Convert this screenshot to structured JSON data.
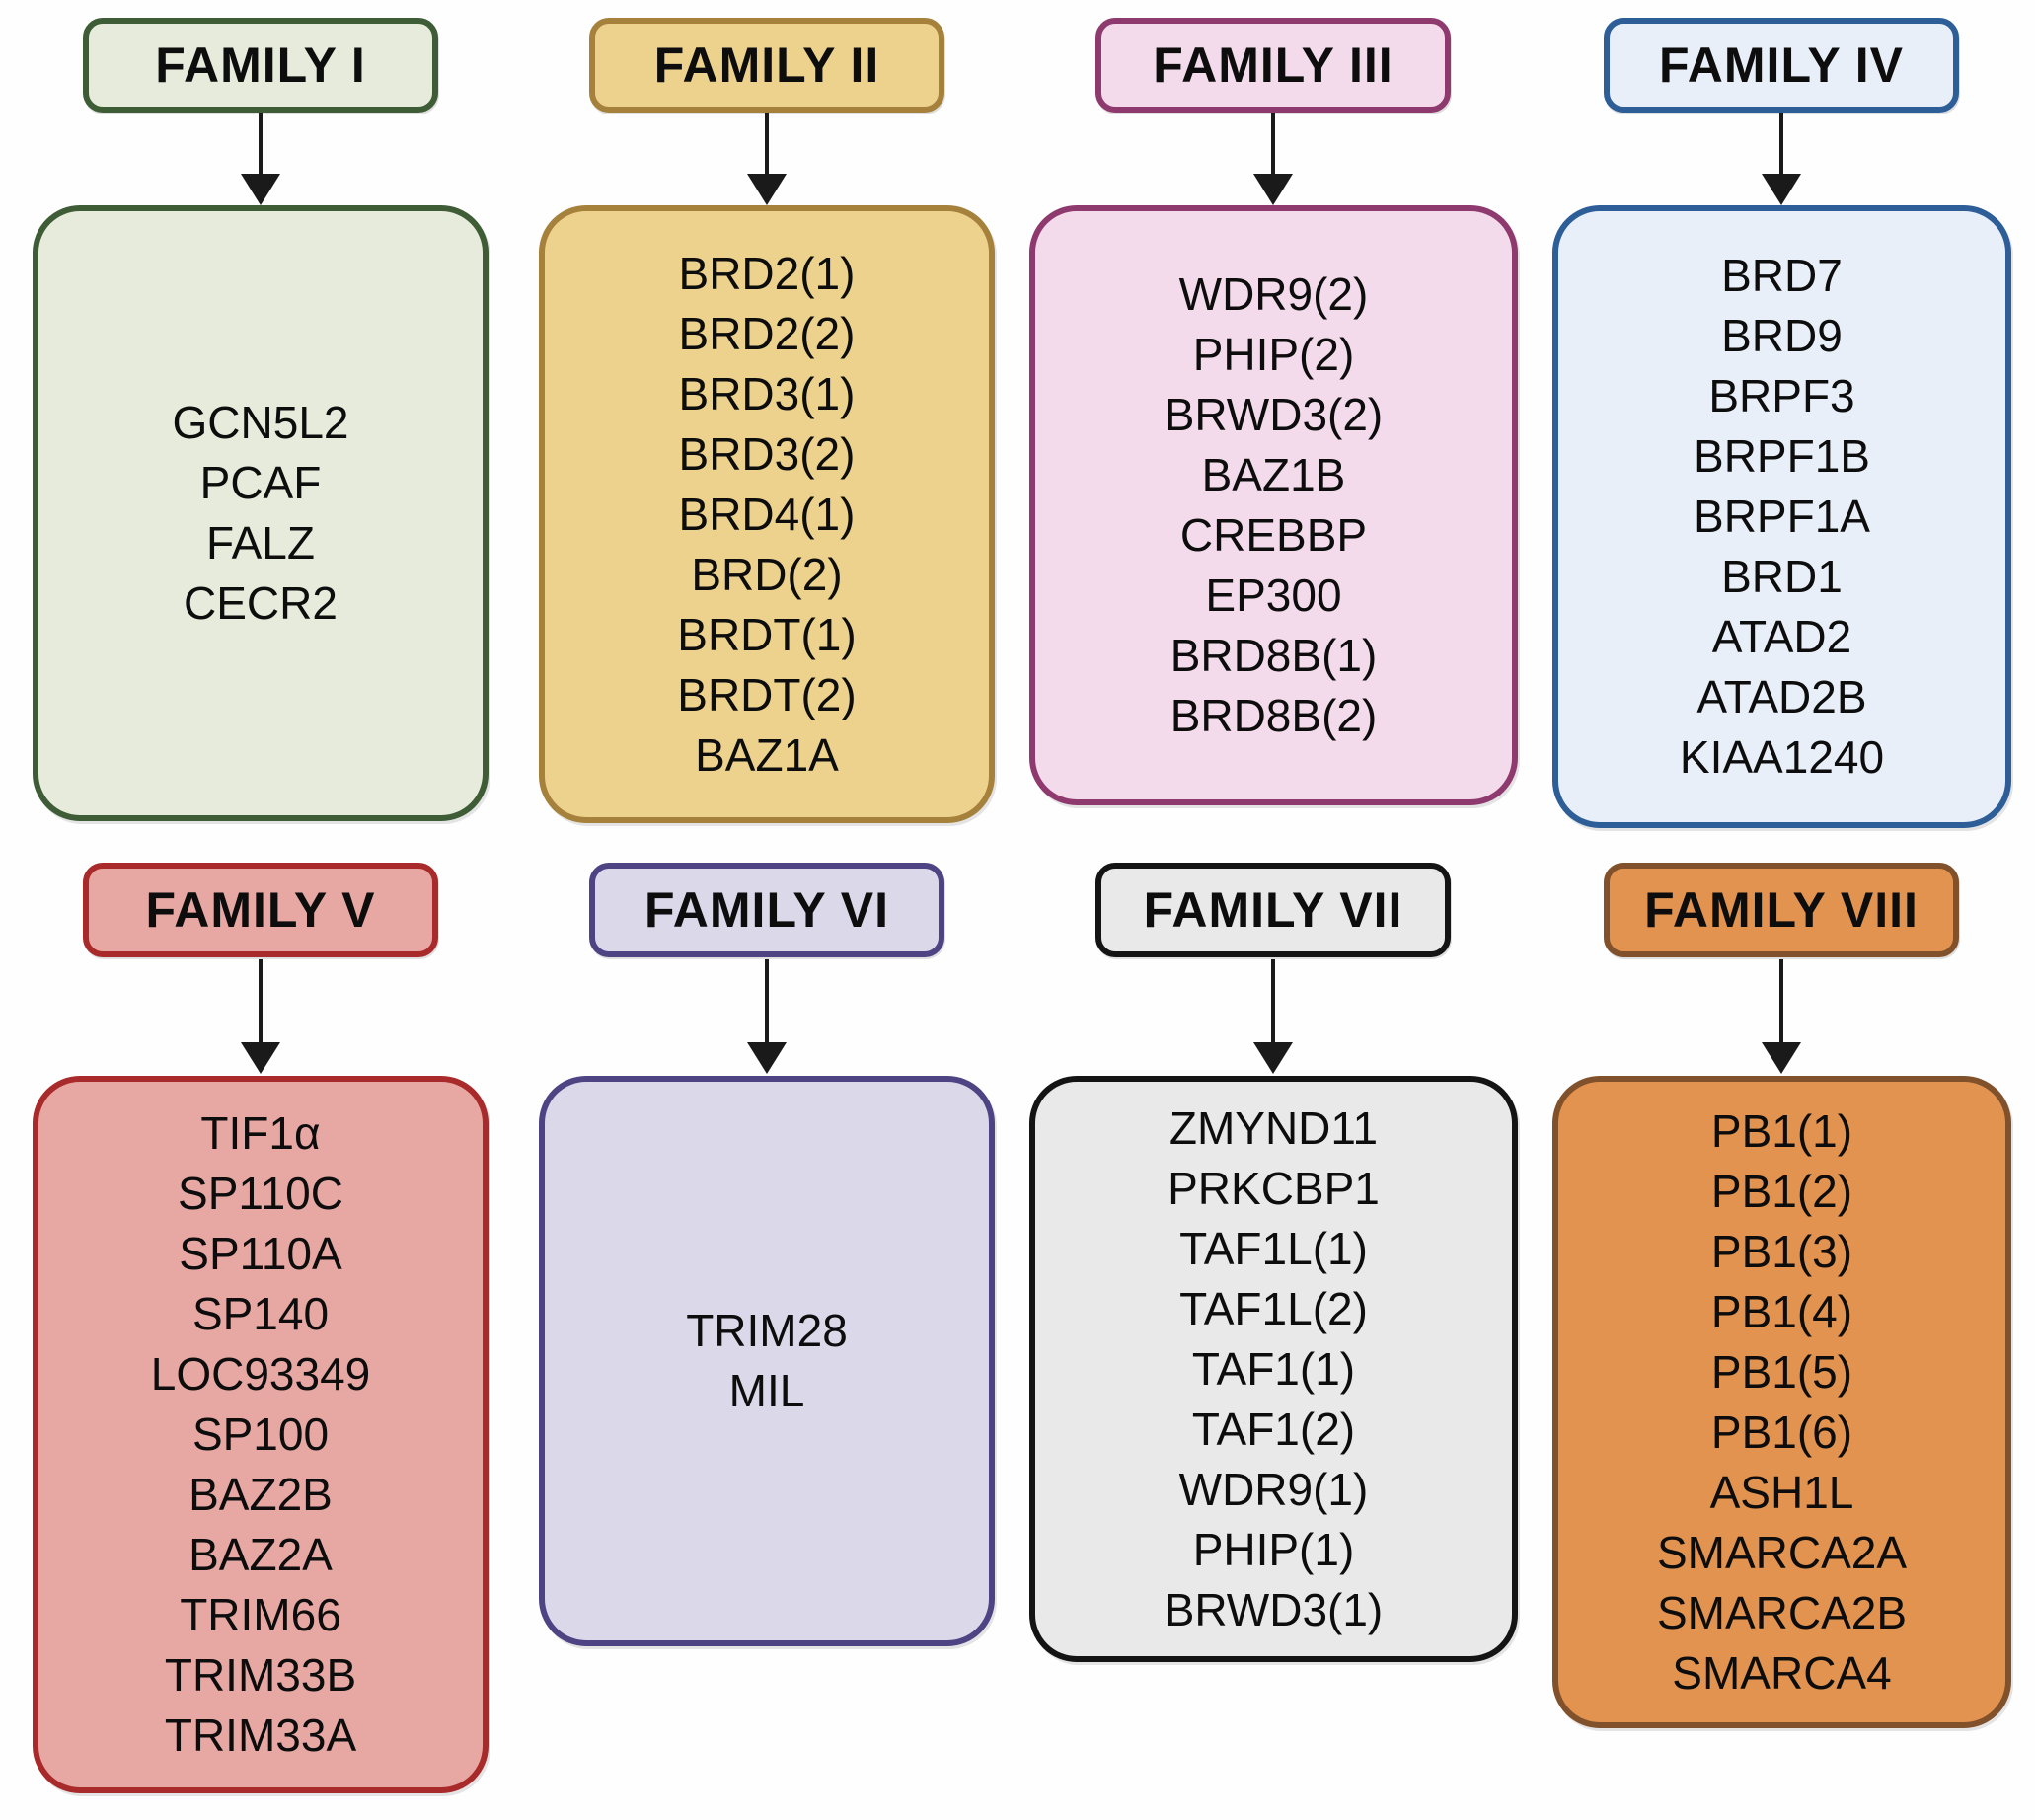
{
  "arrow_color": "#1a1a1a",
  "families": [
    {
      "id": "I",
      "label": "FAMILY I",
      "fill": "#e6ebdb",
      "border": "#3e5c36",
      "members": [
        "GCN5L2",
        "PCAF",
        "FALZ",
        "CECR2"
      ]
    },
    {
      "id": "II",
      "label": "FAMILY II",
      "fill": "#edd28e",
      "border": "#a6813b",
      "members": [
        "BRD2(1)",
        "BRD2(2)",
        "BRD3(1)",
        "BRD3(2)",
        "BRD4(1)",
        "BRD(2)",
        "BRDT(1)",
        "BRDT(2)",
        "BAZ1A"
      ]
    },
    {
      "id": "III",
      "label": "FAMILY III",
      "fill": "#f3dbeb",
      "border": "#8e3a6e",
      "members": [
        "WDR9(2)",
        "PHIP(2)",
        "BRWD3(2)",
        "BAZ1B",
        "CREBBP",
        "EP300",
        "BRD8B(1)",
        "BRD8B(2)"
      ]
    },
    {
      "id": "IV",
      "label": "FAMILY IV",
      "fill": "#e8eff8",
      "border": "#2d5e97",
      "members": [
        "BRD7",
        "BRD9",
        "BRPF3",
        "BRPF1B",
        "BRPF1A",
        "BRD1",
        "ATAD2",
        "ATAD2B",
        "KIAA1240"
      ]
    },
    {
      "id": "V",
      "label": "FAMILY V",
      "fill": "#e7a8a3",
      "border": "#a82a2a",
      "members": [
        "TIF1α",
        "SP110C",
        "SP110A",
        "SP140",
        "LOC93349",
        "SP100",
        "BAZ2B",
        "BAZ2A",
        "TRIM66",
        "TRIM33B",
        "TRIM33A"
      ]
    },
    {
      "id": "VI",
      "label": "FAMILY VI",
      "fill": "#dbd8ea",
      "border": "#4e4383",
      "members": [
        "TRIM28",
        "MIL"
      ]
    },
    {
      "id": "VII",
      "label": "FAMILY VII",
      "fill": "#e9e9e9",
      "border": "#141414",
      "members": [
        "ZMYND11",
        "PRKCBP1",
        "TAF1L(1)",
        "TAF1L(2)",
        "TAF1(1)",
        "TAF1(2)",
        "WDR9(1)",
        "PHIP(1)",
        "BRWD3(1)"
      ]
    },
    {
      "id": "VIII",
      "label": "FAMILY VIII",
      "fill": "#e29350",
      "border": "#80512b",
      "members": [
        "PB1(1)",
        "PB1(2)",
        "PB1(3)",
        "PB1(4)",
        "PB1(5)",
        "PB1(6)",
        "ASH1L",
        "SMARCA2A",
        "SMARCA2B",
        "SMARCA4"
      ]
    }
  ]
}
